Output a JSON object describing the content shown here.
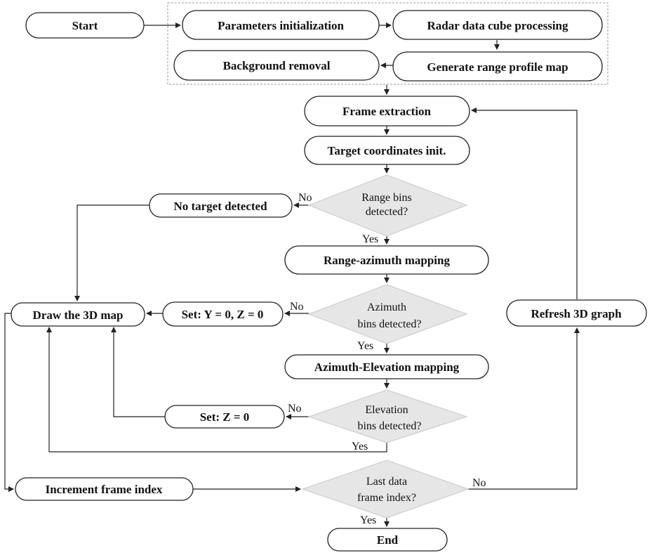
{
  "nodes": {
    "start": "Start",
    "params": "Parameters initialization",
    "radar": "Radar data cube processing",
    "background": "Background removal",
    "range_profile": "Generate range profile map",
    "frame_extraction": "Frame extraction",
    "target_coords": "Target coordinates init.",
    "range_bins": [
      "Range bins",
      "detected?"
    ],
    "no_target": "No target detected",
    "range_azimuth": "Range-azimuth mapping",
    "draw_3d": "Draw the 3D map",
    "set_yz": "Set: Y = 0, Z = 0",
    "azimuth_bins": [
      "Azimuth",
      "bins detected?"
    ],
    "refresh": "Refresh  3D graph",
    "azimuth_elevation": "Azimuth-Elevation mapping",
    "set_z": "Set: Z = 0",
    "elevation_bins": [
      "Elevation",
      "bins detected?"
    ],
    "increment": "Increment frame index",
    "last_frame": [
      "Last data",
      "frame index?"
    ],
    "end": "End"
  },
  "edges": {
    "range_no": "No",
    "range_yes": "Yes",
    "azimuth_no": "No",
    "azimuth_yes": "Yes",
    "elevation_no": "No",
    "elevation_yes": "Yes",
    "last_no": "No",
    "last_yes": "Yes"
  }
}
